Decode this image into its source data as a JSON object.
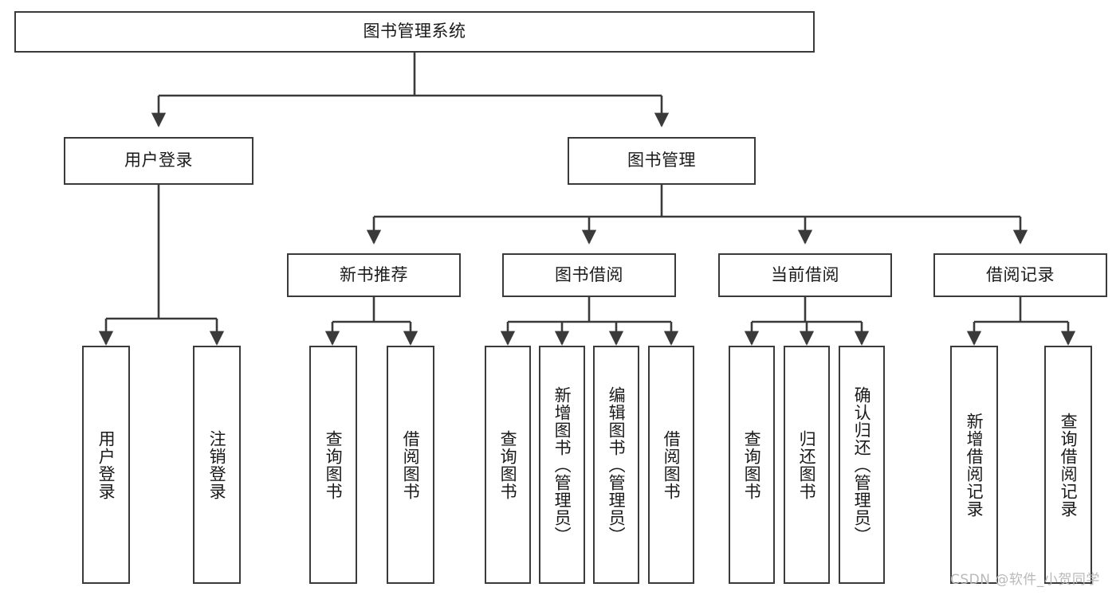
{
  "diagram": {
    "title": "图书管理系统",
    "type": "tree",
    "watermark": "CSDN @软件_小贺同学",
    "colors": {
      "box_border": "#3a3a3a",
      "box_fill": "#ffffff",
      "connector": "#3a3a3a",
      "text": "#1a1a1a",
      "watermark": "#b9b9b9",
      "background": "#ffffff"
    },
    "levels": {
      "root": {
        "label": "图书管理系统"
      },
      "level2": [
        {
          "label": "用户登录"
        },
        {
          "label": "图书管理"
        }
      ],
      "level3": [
        {
          "label": "新书推荐"
        },
        {
          "label": "图书借阅"
        },
        {
          "label": "当前借阅"
        },
        {
          "label": "借阅记录"
        }
      ],
      "leaves": {
        "user_login": [
          {
            "label": "用户登录"
          },
          {
            "label": "注销登录"
          }
        ],
        "new_book_recommend": [
          {
            "label": "查询图书"
          },
          {
            "label": "借阅图书"
          }
        ],
        "book_borrow": [
          {
            "label": "查询图书"
          },
          {
            "label": "新增图书（管理员）"
          },
          {
            "label": "编辑图书（管理员）"
          },
          {
            "label": "借阅图书"
          }
        ],
        "current_borrow": [
          {
            "label": "查询图书"
          },
          {
            "label": "归还图书"
          },
          {
            "label": "确认归还（管理员）"
          }
        ],
        "borrow_record": [
          {
            "label": "新增借阅记录"
          },
          {
            "label": "查询借阅记录"
          }
        ]
      }
    }
  }
}
